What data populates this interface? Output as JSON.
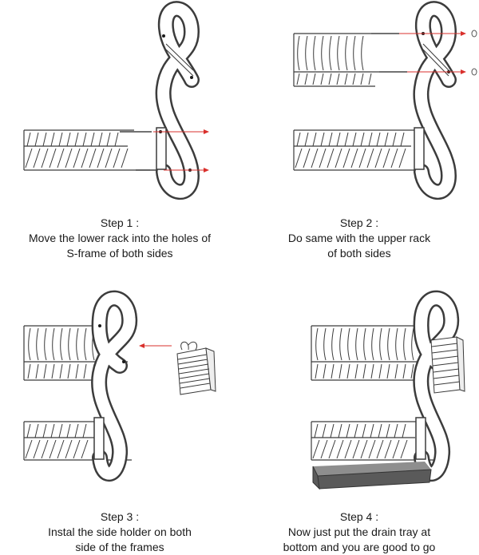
{
  "steps": [
    {
      "title": "Step 1 :",
      "lines": [
        "Move the lower rack into the holes of",
        "S-frame of both sides"
      ]
    },
    {
      "title": "Step 2 :",
      "lines": [
        "Do same with the upper rack",
        "of both sides"
      ]
    },
    {
      "title": "Step 3 :",
      "lines": [
        "Instal the side holder on both",
        "side of the frames"
      ]
    },
    {
      "title": "Step 4 :",
      "lines": [
        "Now just put the drain tray at",
        "bottom and you are good to go"
      ]
    }
  ],
  "colors": {
    "frame": "#3c3c3c",
    "arrow": "#d9302c",
    "tray": "#5a5a5a"
  }
}
